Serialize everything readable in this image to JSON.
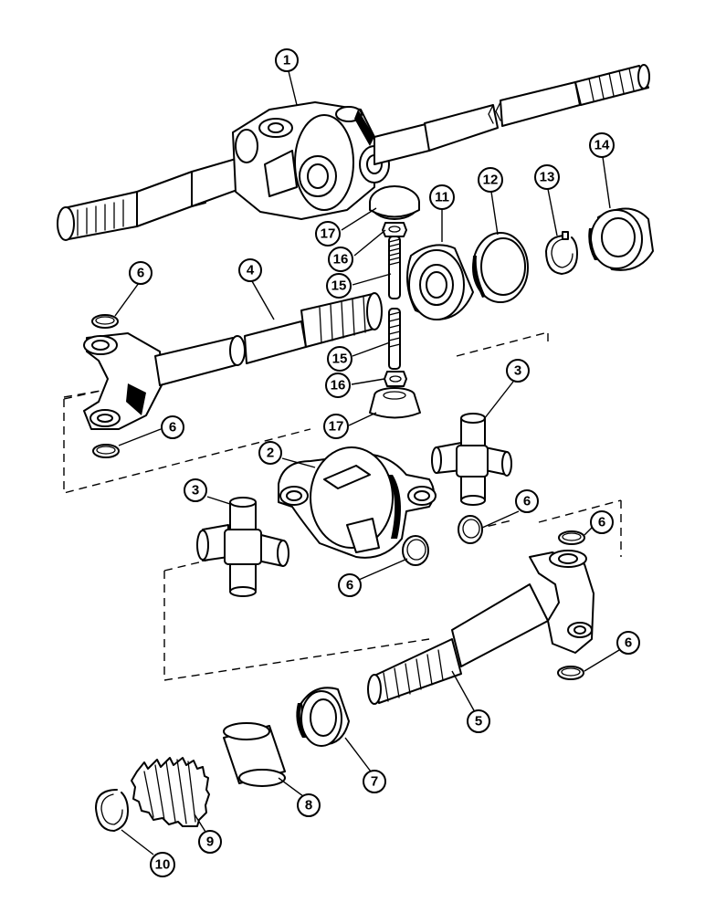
{
  "callouts": [
    {
      "id": "c1",
      "label": "1"
    },
    {
      "id": "c17a",
      "label": "17"
    },
    {
      "id": "c16a",
      "label": "16"
    },
    {
      "id": "c15a",
      "label": "15"
    },
    {
      "id": "c11",
      "label": "11"
    },
    {
      "id": "c12",
      "label": "12"
    },
    {
      "id": "c13",
      "label": "13"
    },
    {
      "id": "c14",
      "label": "14"
    },
    {
      "id": "c6a",
      "label": "6"
    },
    {
      "id": "c4",
      "label": "4"
    },
    {
      "id": "c15b",
      "label": "15"
    },
    {
      "id": "c16b",
      "label": "16"
    },
    {
      "id": "c17b",
      "label": "17"
    },
    {
      "id": "c6b",
      "label": "6"
    },
    {
      "id": "c3a",
      "label": "3"
    },
    {
      "id": "c2",
      "label": "2"
    },
    {
      "id": "c3b",
      "label": "3"
    },
    {
      "id": "c6c",
      "label": "6"
    },
    {
      "id": "c6d",
      "label": "6"
    },
    {
      "id": "c6e",
      "label": "6"
    },
    {
      "id": "c6f",
      "label": "6"
    },
    {
      "id": "c5",
      "label": "5"
    },
    {
      "id": "c7",
      "label": "7"
    },
    {
      "id": "c8",
      "label": "8"
    },
    {
      "id": "c9",
      "label": "9"
    },
    {
      "id": "c10",
      "label": "10"
    }
  ]
}
